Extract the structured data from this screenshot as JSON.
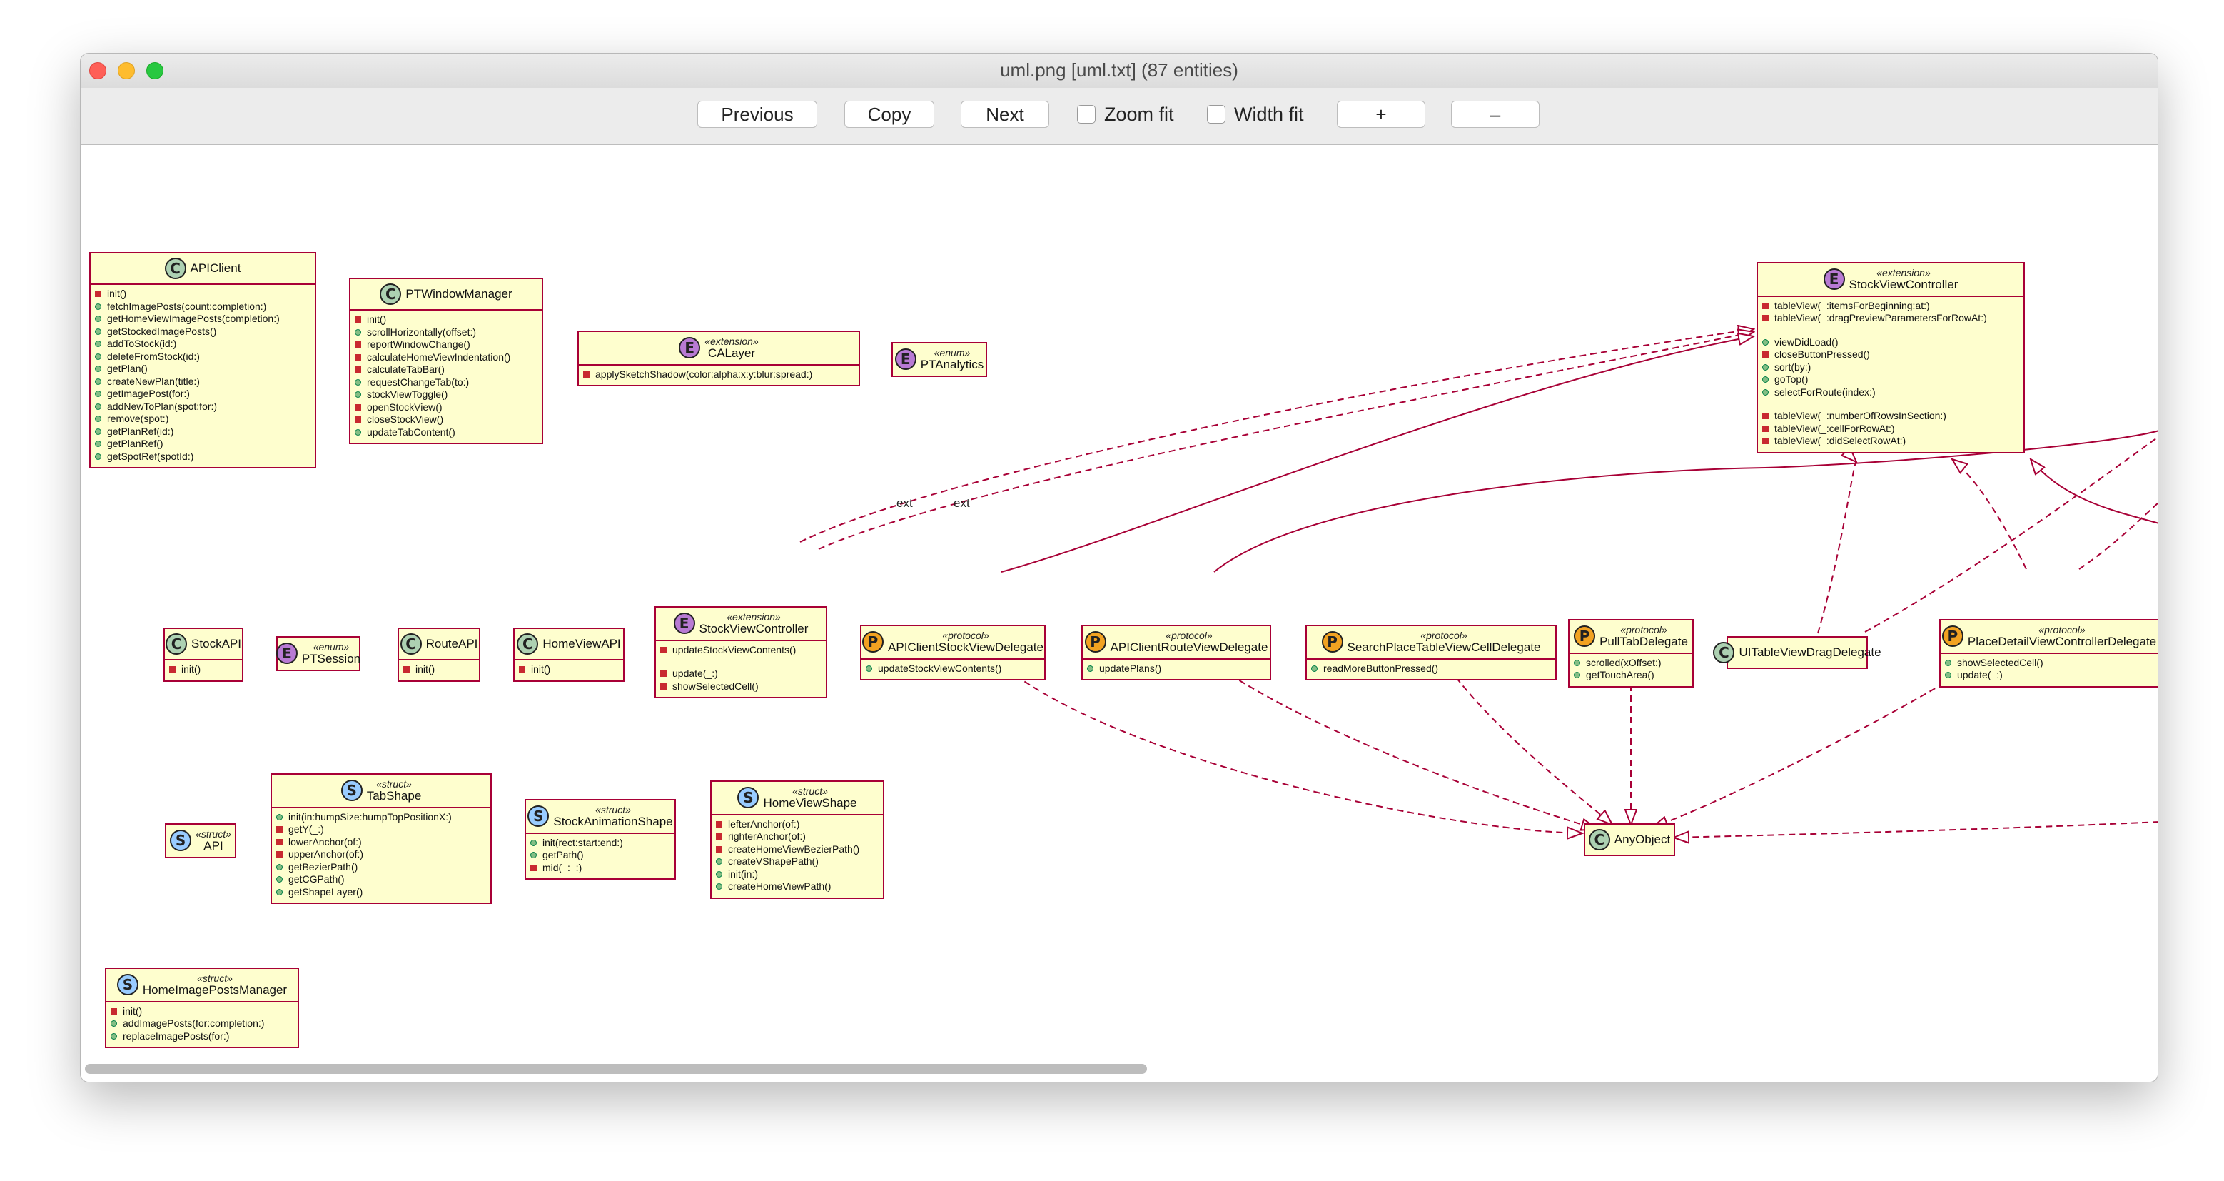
{
  "window": {
    "title": "uml.png [uml.txt] (87 entities)"
  },
  "toolbar": {
    "previous": "Previous",
    "copy": "Copy",
    "next": "Next",
    "zoom_fit": "Zoom fit",
    "width_fit": "Width fit",
    "plus": "+",
    "minus": "–",
    "zoom_fit_checked": false,
    "width_fit_checked": false
  },
  "colors": {
    "class_fill": "#fefece",
    "class_border": "#a80036",
    "badge_class": "#add1b2",
    "badge_enum": "#b87ad3",
    "badge_protocol": "#f2a221",
    "badge_struct": "#99ccff",
    "private_marker": "#c82930",
    "public_marker": "#84be84"
  },
  "diagram": {
    "labels": [
      "ext",
      "ext"
    ],
    "classes": [
      {
        "id": "APIClient",
        "badge": "C",
        "name": "APIClient",
        "stereotype": "",
        "groups": [
          [
            [
              "priv",
              "init()"
            ],
            [
              "pub",
              "fetchImagePosts(count:completion:)"
            ],
            [
              "pub",
              "getHomeViewImagePosts(completion:)"
            ],
            [
              "pub",
              "getStockedImagePosts()"
            ],
            [
              "pub",
              "addToStock(id:)"
            ],
            [
              "pub",
              "deleteFromStock(id:)"
            ],
            [
              "pub",
              "getPlan()"
            ],
            [
              "pub",
              "createNewPlan(title:)"
            ],
            [
              "pub",
              "getImagePost(for:)"
            ],
            [
              "pub",
              "addNewToPlan(spot:for:)"
            ],
            [
              "pub",
              "remove(spot:)"
            ],
            [
              "pub",
              "getPlanRef(id:)"
            ],
            [
              "pub",
              "getPlanRef()"
            ],
            [
              "pub",
              "getSpotRef(spotId:)"
            ]
          ]
        ]
      },
      {
        "id": "PTWindowManager",
        "badge": "C",
        "name": "PTWindowManager",
        "stereotype": "",
        "groups": [
          [
            [
              "priv",
              "init()"
            ],
            [
              "pub",
              "scrollHorizontally(offset:)"
            ],
            [
              "priv",
              "reportWindowChange()"
            ],
            [
              "priv",
              "calculateHomeViewIndentation()"
            ],
            [
              "priv",
              "calculateTabBar()"
            ],
            [
              "pub",
              "requestChangeTab(to:)"
            ],
            [
              "pub",
              "stockViewToggle()"
            ],
            [
              "priv",
              "openStockView()"
            ],
            [
              "priv",
              "closeStockView()"
            ],
            [
              "pub",
              "updateTabContent()"
            ]
          ]
        ]
      },
      {
        "id": "CALayer",
        "badge": "E",
        "name": "CALayer",
        "stereotype": "«extension»",
        "groups": [
          [
            [
              "priv",
              "applySketchShadow(color:alpha:x:y:blur:spread:)"
            ]
          ]
        ]
      },
      {
        "id": "PTAnalytics",
        "badge": "E",
        "name": "PTAnalytics",
        "stereotype": "«enum»",
        "groups": []
      },
      {
        "id": "StockViewControllerTop",
        "badge": "E",
        "name": "StockViewController",
        "stereotype": "«extension»",
        "groups": [
          [
            [
              "priv",
              "tableView(_:itemsForBeginning:at:)"
            ],
            [
              "priv",
              "tableView(_:dragPreviewParametersForRowAt:)"
            ]
          ],
          [
            [
              "pub",
              "viewDidLoad()"
            ],
            [
              "priv",
              "closeButtonPressed()"
            ],
            [
              "pub",
              "sort(by:)"
            ],
            [
              "pub",
              "goTop()"
            ],
            [
              "pub",
              "selectForRoute(index:)"
            ]
          ],
          [
            [
              "priv",
              "tableView(_:numberOfRowsInSection:)"
            ],
            [
              "priv",
              "tableView(_:cellForRowAt:)"
            ],
            [
              "priv",
              "tableView(_:didSelectRowAt:)"
            ]
          ]
        ]
      },
      {
        "id": "StockAPI",
        "badge": "C",
        "name": "StockAPI",
        "stereotype": "",
        "groups": [
          [
            [
              "priv",
              "init()"
            ]
          ]
        ]
      },
      {
        "id": "PTSession",
        "badge": "E",
        "name": "PTSession",
        "stereotype": "«enum»",
        "groups": []
      },
      {
        "id": "RouteAPI",
        "badge": "C",
        "name": "RouteAPI",
        "stereotype": "",
        "groups": [
          [
            [
              "priv",
              "init()"
            ]
          ]
        ]
      },
      {
        "id": "HomeViewAPI",
        "badge": "C",
        "name": "HomeViewAPI",
        "stereotype": "",
        "groups": [
          [
            [
              "priv",
              "init()"
            ]
          ]
        ]
      },
      {
        "id": "StockViewControllerMid",
        "badge": "E",
        "name": "StockViewController",
        "stereotype": "«extension»",
        "groups": [
          [
            [
              "priv",
              "updateStockViewContents()"
            ]
          ],
          [
            [
              "priv",
              "update(_:)"
            ],
            [
              "priv",
              "showSelectedCell()"
            ]
          ]
        ]
      },
      {
        "id": "APIClientStockViewDelegate",
        "badge": "P",
        "name": "APIClientStockViewDelegate",
        "stereotype": "«protocol»",
        "groups": [
          [
            [
              "pub",
              "updateStockViewContents()"
            ]
          ]
        ]
      },
      {
        "id": "APIClientRouteViewDelegate",
        "badge": "P",
        "name": "APIClientRouteViewDelegate",
        "stereotype": "«protocol»",
        "groups": [
          [
            [
              "pub",
              "updatePlans()"
            ]
          ]
        ]
      },
      {
        "id": "SearchPlaceTableViewCellDelegate",
        "badge": "P",
        "name": "SearchPlaceTableViewCellDelegate",
        "stereotype": "«protocol»",
        "groups": [
          [
            [
              "pub",
              "readMoreButtonPressed()"
            ]
          ]
        ]
      },
      {
        "id": "PullTabDelegate",
        "badge": "P",
        "name": "PullTabDelegate",
        "stereotype": "«protocol»",
        "groups": [
          [
            [
              "pub",
              "scrolled(xOffset:)"
            ],
            [
              "pub",
              "getTouchArea()"
            ]
          ]
        ]
      },
      {
        "id": "UITableViewDragDelegate",
        "badge": "C",
        "name": "UITableViewDragDelegate",
        "stereotype": "",
        "groups": []
      },
      {
        "id": "PlaceDetailViewControllerDelegate",
        "badge": "P",
        "name": "PlaceDetailViewControllerDelegate",
        "stereotype": "«protocol»",
        "groups": [
          [
            [
              "pub",
              "showSelectedCell()"
            ],
            [
              "pub",
              "update(_:)"
            ]
          ]
        ]
      },
      {
        "id": "API",
        "badge": "S",
        "name": "API",
        "stereotype": "«struct»",
        "groups": []
      },
      {
        "id": "TabShape",
        "badge": "S",
        "name": "TabShape",
        "stereotype": "«struct»",
        "groups": [
          [
            [
              "pub",
              "init(in:humpSize:humpTopPositionX:)"
            ],
            [
              "priv",
              "getY(_:)"
            ],
            [
              "priv",
              "lowerAnchor(of:)"
            ],
            [
              "priv",
              "upperAnchor(of:)"
            ],
            [
              "pub",
              "getBezierPath()"
            ],
            [
              "pub",
              "getCGPath()"
            ],
            [
              "pub",
              "getShapeLayer()"
            ]
          ]
        ]
      },
      {
        "id": "StockAnimationShape",
        "badge": "S",
        "name": "StockAnimationShape",
        "stereotype": "«struct»",
        "groups": [
          [
            [
              "pub",
              "init(rect:start:end:)"
            ],
            [
              "pub",
              "getPath()"
            ],
            [
              "priv",
              "mid(_:_:)"
            ]
          ]
        ]
      },
      {
        "id": "HomeViewShape",
        "badge": "S",
        "name": "HomeViewShape",
        "stereotype": "«struct»",
        "groups": [
          [
            [
              "priv",
              "lefterAnchor(of:)"
            ],
            [
              "priv",
              "righterAnchor(of:)"
            ],
            [
              "priv",
              "createHomeViewBezierPath()"
            ],
            [
              "pub",
              "createVShapePath()"
            ],
            [
              "pub",
              "init(in:)"
            ],
            [
              "pub",
              "createHomeViewPath()"
            ]
          ]
        ]
      },
      {
        "id": "AnyObject",
        "badge": "C",
        "name": "AnyObject",
        "stereotype": "",
        "groups": []
      },
      {
        "id": "HomeImagePostsManager",
        "badge": "S",
        "name": "HomeImagePostsManager",
        "stereotype": "«struct»",
        "groups": [
          [
            [
              "priv",
              "init()"
            ],
            [
              "pub",
              "addImagePosts(for:completion:)"
            ],
            [
              "pub",
              "replaceImagePosts(for:)"
            ]
          ]
        ]
      }
    ]
  }
}
